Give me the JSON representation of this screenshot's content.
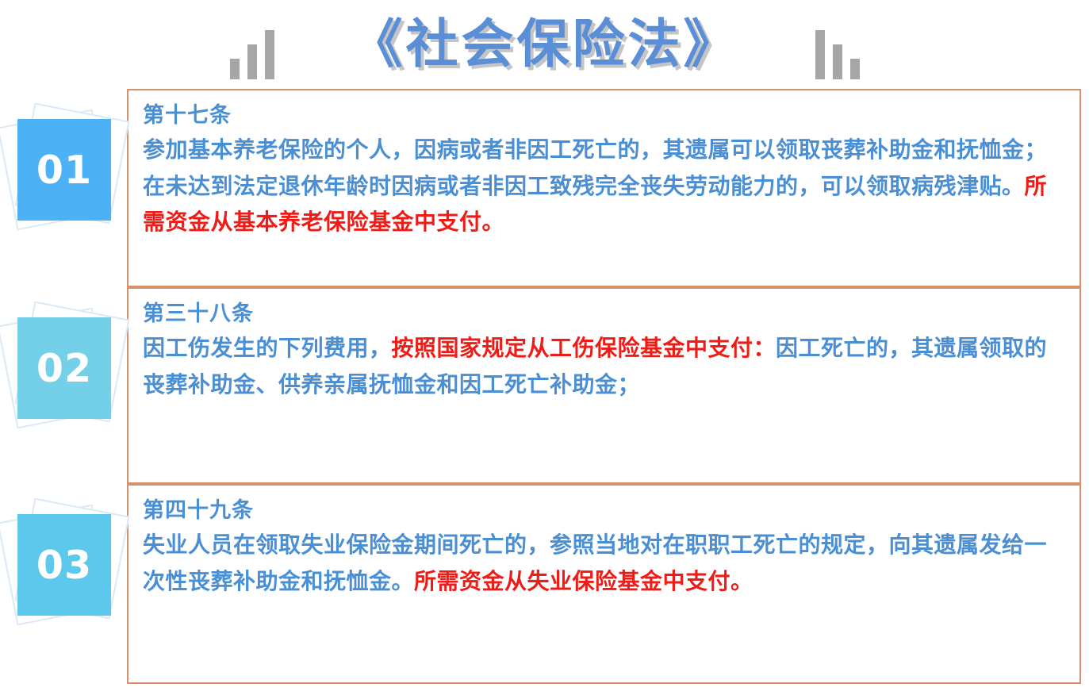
{
  "header": {
    "title": "《社会保险法》",
    "decor_left": {
      "icon": "bar-chart-ascending-icon",
      "bars": [
        26,
        44,
        62
      ]
    },
    "decor_right": {
      "icon": "bar-chart-descending-icon",
      "bars": [
        62,
        44,
        26
      ]
    },
    "title_color": "#5a8fd8",
    "decor_color": "#a6a6a6"
  },
  "accent": {
    "card_border": "#d8916b",
    "text_blue": "#4a8fd4",
    "highlight_red": "#ef1b17",
    "ghost_outline": "#dbe9f7"
  },
  "blocks": [
    {
      "number": "01",
      "badge_color": "#4db2f5",
      "title": "第十七条",
      "body_plain": "参加基本养老保险的个人，因病或者非因工死亡的，其遗属可以领取丧葬补助金和抚恤金；在未达到法定退休年龄时因病或者非因工致残完全丧失劳动能力的，可以领取病残津贴。",
      "body_highlight": "所需资金从基本养老保险基金中支付。",
      "body_tail": ""
    },
    {
      "number": "02",
      "badge_color": "#73d0e8",
      "title": "第三十八条",
      "body_plain": "因工伤发生的下列费用，",
      "body_highlight": "按照国家规定从工伤保险基金中支付：",
      "body_tail": "因工死亡的，其遗属领取的丧葬补助金、供养亲属抚恤金和因工死亡补助金；"
    },
    {
      "number": "03",
      "badge_color": "#5cc8ec",
      "title": "第四十九条",
      "body_plain": "失业人员在领取失业保险金期间死亡的，参照当地对在职职工死亡的规定，向其遗属发给一次性丧葬补助金和抚恤金。",
      "body_highlight": "所需资金从失业保险基金中支付。",
      "body_tail": ""
    }
  ]
}
